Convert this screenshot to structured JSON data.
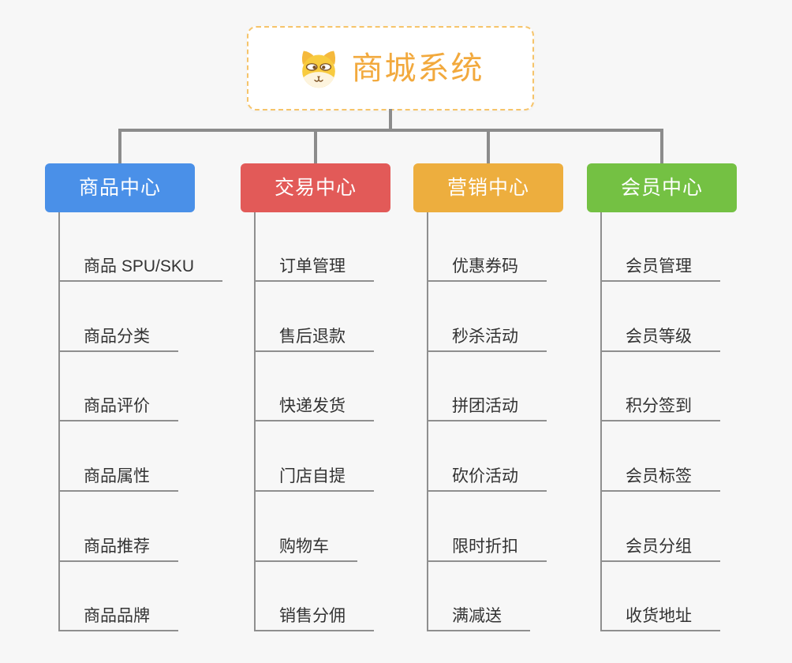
{
  "background_color": "#F7F7F7",
  "connector_color": "#8C8C8C",
  "root": {
    "title": "商城系统",
    "icon": "dog-face-icon",
    "title_color": "#F2A93D",
    "border_color": "#F6C46A"
  },
  "branches": [
    {
      "label": "商品中心",
      "color": "#4A90E8",
      "children": [
        "商品 SPU/SKU",
        "商品分类",
        "商品评价",
        "商品属性",
        "商品推荐",
        "商品品牌"
      ]
    },
    {
      "label": "交易中心",
      "color": "#E25A58",
      "children": [
        "订单管理",
        "售后退款",
        "快递发货",
        "门店自提",
        "购物车",
        "销售分佣"
      ]
    },
    {
      "label": "营销中心",
      "color": "#EDAE3E",
      "children": [
        "优惠券码",
        "秒杀活动",
        "拼团活动",
        "砍价活动",
        "限时折扣",
        "满减送"
      ]
    },
    {
      "label": "会员中心",
      "color": "#74C143",
      "children": [
        "会员管理",
        "会员等级",
        "积分签到",
        "会员标签",
        "会员分组",
        "收货地址"
      ]
    }
  ]
}
